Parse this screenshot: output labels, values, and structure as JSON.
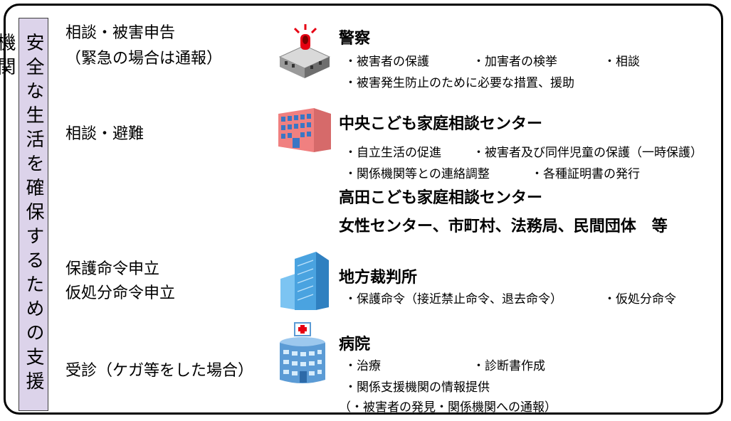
{
  "sidebar": {
    "text": "安全な生活を確保するための支援機関"
  },
  "rows": {
    "police": {
      "action1": "相談・被害申告",
      "action2": "（緊急の場合は通報）",
      "title": "警察",
      "items": [
        "・被害者の保護",
        "・加害者の検挙",
        "・相談",
        "・被害発生防止のために必要な措置、援助"
      ]
    },
    "center": {
      "action1": "相談・避難",
      "title": "中央こども家庭相談センター",
      "items": [
        "・自立生活の促進",
        "・被害者及び同伴児童の保護（一時保護）",
        "・関係機関等との連絡調整",
        "・各種証明書の発行"
      ],
      "extra1": "高田こども家庭相談センター",
      "extra2": "女性センター、市町村、法務局、民間団体　等"
    },
    "court": {
      "action1": "保護命令申立",
      "action2": "仮処分命令申立",
      "title": "地方裁判所",
      "items": [
        "・保護命令（接近禁止命令、退去命令）",
        "・仮処分命令"
      ]
    },
    "hospital": {
      "action1": "受診（ケガ等をした場合）",
      "title": "病院",
      "items": [
        "・治療",
        "・診断書作成",
        "・関係支援機関の情報提供",
        "（・被害者の発見・関係機関への通報）"
      ]
    }
  },
  "icons": {
    "police": "police-station-icon",
    "center": "building-icon",
    "court": "skyscraper-icon",
    "hospital": "hospital-icon"
  },
  "colors": {
    "sidebar_bg": "#dcd3ea",
    "building_pink": "#f08080",
    "court_blue": "#4aa3e0",
    "hospital_blue": "#5b9bd5",
    "siren_red": "#e60012"
  }
}
